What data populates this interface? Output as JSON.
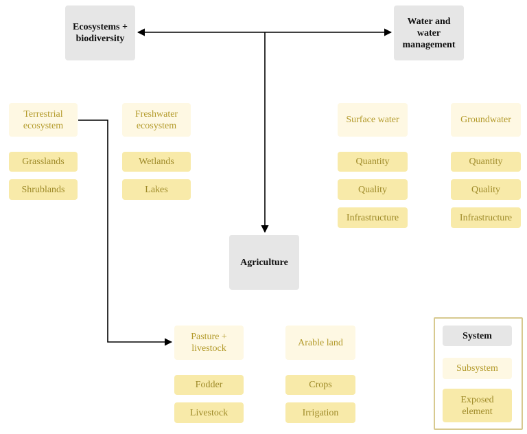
{
  "systems": {
    "ecosystems": "Ecosystems + biodiversity",
    "water": "Water and water management",
    "agriculture": "Agriculture"
  },
  "subsystems": {
    "terrestrial": "Terrestrial ecosystem",
    "freshwater": "Freshwater ecosystem",
    "surface_water": "Surface water",
    "groundwater": "Groundwater",
    "pasture": "Pasture + livestock",
    "arable": "Arable land"
  },
  "elements": {
    "grasslands": "Grasslands",
    "shrublands": "Shrublands",
    "wetlands": "Wetlands",
    "lakes": "Lakes",
    "sw_quantity": "Quantity",
    "sw_quality": "Quality",
    "sw_infrastructure": "Infrastructure",
    "gw_quantity": "Quantity",
    "gw_quality": "Quality",
    "gw_infrastructure": "Infrastructure",
    "fodder": "Fodder",
    "livestock": "Livestock",
    "crops": "Crops",
    "irrigation": "Irrigation"
  },
  "legend": {
    "system": "System",
    "subsystem": "Subsystem",
    "exposed_element": "Exposed element"
  },
  "colors": {
    "system_fill": "#e6e6e6",
    "subsystem_fill": "#fef8e3",
    "element_fill": "#f8eaa9",
    "subsystem_text": "#b39a2a",
    "element_text": "#9e8a28",
    "legend_border": "#d7c98f",
    "connector": "#000000"
  }
}
